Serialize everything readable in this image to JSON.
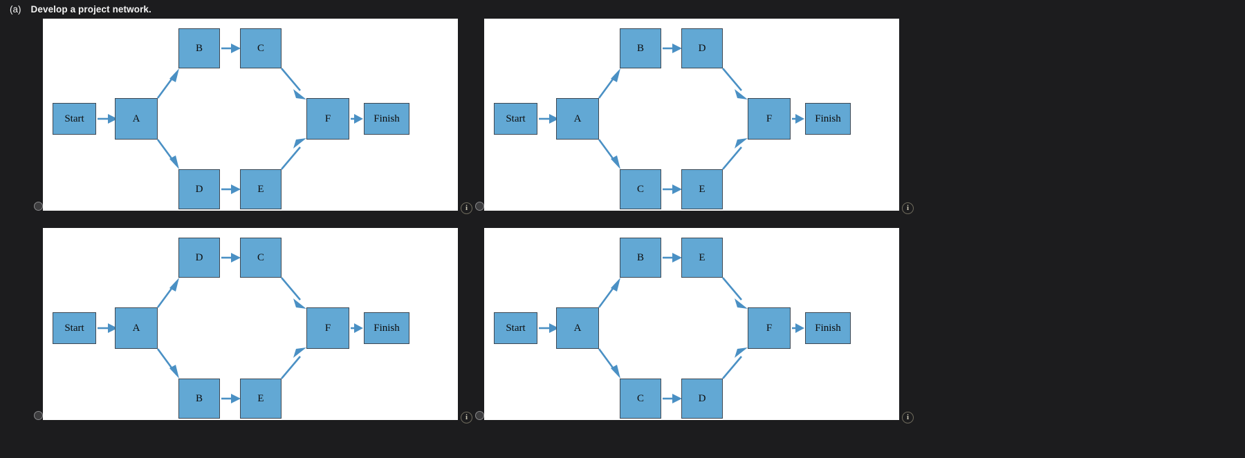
{
  "header": {
    "tag": "(a)",
    "prompt": "Develop a project network."
  },
  "colors": {
    "page_background": "#1c1c1e",
    "panel_background": "#ffffff",
    "node_fill": "#62a8d4",
    "node_border": "#3d4752",
    "arrow": "#4a90c4",
    "text": "#0d0d0d",
    "header_text": "#f2f2f2"
  },
  "icons": {
    "info": "i",
    "info_name": "info-icon",
    "handle_name": "resize-handle"
  },
  "panels": [
    {
      "id": "panel-1",
      "nodes": {
        "start": "Start",
        "a": "A",
        "top_left": "B",
        "top_right": "C",
        "bottom_left": "D",
        "bottom_right": "E",
        "f": "F",
        "finish": "Finish"
      },
      "edges": [
        "Start->A",
        "A->B",
        "B->C",
        "C->F",
        "A->D",
        "D->E",
        "E->F",
        "F->Finish"
      ]
    },
    {
      "id": "panel-2",
      "nodes": {
        "start": "Start",
        "a": "A",
        "top_left": "B",
        "top_right": "D",
        "bottom_left": "C",
        "bottom_right": "E",
        "f": "F",
        "finish": "Finish"
      },
      "edges": [
        "Start->A",
        "A->B",
        "B->D",
        "D->F",
        "A->C",
        "C->E",
        "E->F",
        "F->Finish"
      ]
    },
    {
      "id": "panel-3",
      "nodes": {
        "start": "Start",
        "a": "A",
        "top_left": "D",
        "top_right": "C",
        "bottom_left": "B",
        "bottom_right": "E",
        "f": "F",
        "finish": "Finish"
      },
      "edges": [
        "Start->A",
        "A->D",
        "D->C",
        "C->F",
        "A->B",
        "B->E",
        "E->F",
        "F->Finish"
      ]
    },
    {
      "id": "panel-4",
      "nodes": {
        "start": "Start",
        "a": "A",
        "top_left": "B",
        "top_right": "E",
        "bottom_left": "C",
        "bottom_right": "D",
        "f": "F",
        "finish": "Finish"
      },
      "edges": [
        "Start->A",
        "A->B",
        "B->E",
        "E->F",
        "A->C",
        "C->D",
        "D->F",
        "F->Finish"
      ]
    }
  ]
}
